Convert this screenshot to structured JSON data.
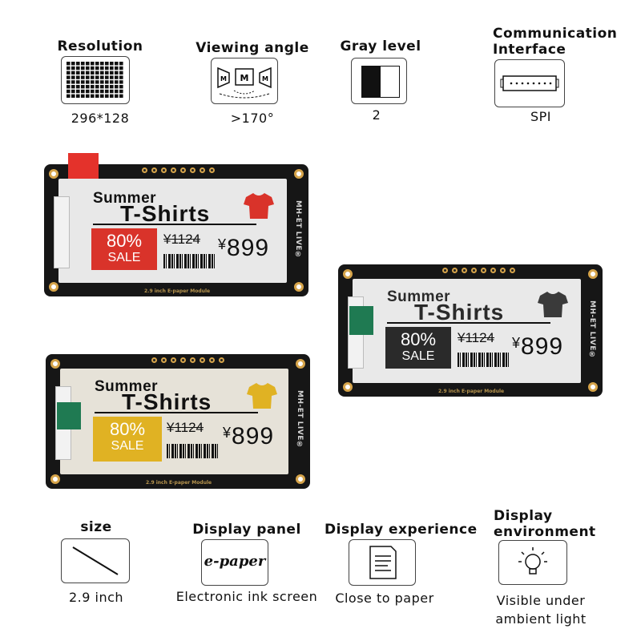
{
  "features_top": [
    {
      "title": "Resolution",
      "value": "296*128",
      "icon": "grid-icon"
    },
    {
      "title": "Viewing angle",
      "value": ">170°",
      "icon": "viewing-angle-icon",
      "icon_letter": "M"
    },
    {
      "title": "Gray level",
      "value": "2",
      "icon": "gray-level-icon"
    },
    {
      "title": "Communication Interface",
      "value": "SPI",
      "icon": "connector-icon"
    }
  ],
  "features_bottom": [
    {
      "title": "size",
      "value": "2.9 inch",
      "icon": "diagonal-size-icon"
    },
    {
      "title": "Display panel",
      "value": "Electronic ink screen",
      "icon": "epaper-icon",
      "icon_text": "e-paper"
    },
    {
      "title": "Display experience",
      "value": "Close to paper",
      "icon": "document-icon"
    },
    {
      "title": "Display environment",
      "value": "Visible under ambient light",
      "icon": "light-bulb-icon"
    }
  ],
  "module": {
    "brand": "MH-ET LIVE®",
    "caption": "2.9 inch E-paper Module",
    "screen": {
      "line1": "Summer",
      "line2": "T-Shirts",
      "discount": "80%",
      "sale": "SALE",
      "old_price": "¥1124",
      "currency": "¥",
      "new_price": "899"
    }
  },
  "colors": {
    "red": "#d9332a",
    "gray": "#2a2a2a",
    "yellow": "#e0b223",
    "gold": "#d6a44a",
    "pcb": "#161616"
  }
}
